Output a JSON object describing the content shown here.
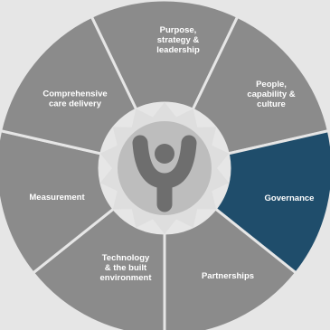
{
  "colors": {
    "background": "#e6e6e6",
    "segment_default": "#8b8b8b",
    "segment_active": "#1f4d6b",
    "segment_border": "#e6e6e6",
    "hub_ring": "#dedede",
    "hub_center": "#bdbdbd",
    "figure": "#6e6e6e",
    "label_text": "#ffffff"
  },
  "diagram": {
    "segments": [
      {
        "id": "purpose",
        "lines": [
          "Purpose,",
          "strategy &",
          "leadership"
        ],
        "active": false
      },
      {
        "id": "people",
        "lines": [
          "People,",
          "capability &",
          "culture"
        ],
        "active": false
      },
      {
        "id": "governance",
        "lines": [
          "Governance"
        ],
        "active": true
      },
      {
        "id": "partnerships",
        "lines": [
          "Partnerships"
        ],
        "active": false
      },
      {
        "id": "technology",
        "lines": [
          "Technology",
          "& the built",
          "environment"
        ],
        "active": false
      },
      {
        "id": "measurement",
        "lines": [
          "Measurement"
        ],
        "active": false
      },
      {
        "id": "care",
        "lines": [
          "Comprehensive",
          "care delivery"
        ],
        "active": false
      }
    ],
    "hub_icon": "person-figure-icon"
  }
}
